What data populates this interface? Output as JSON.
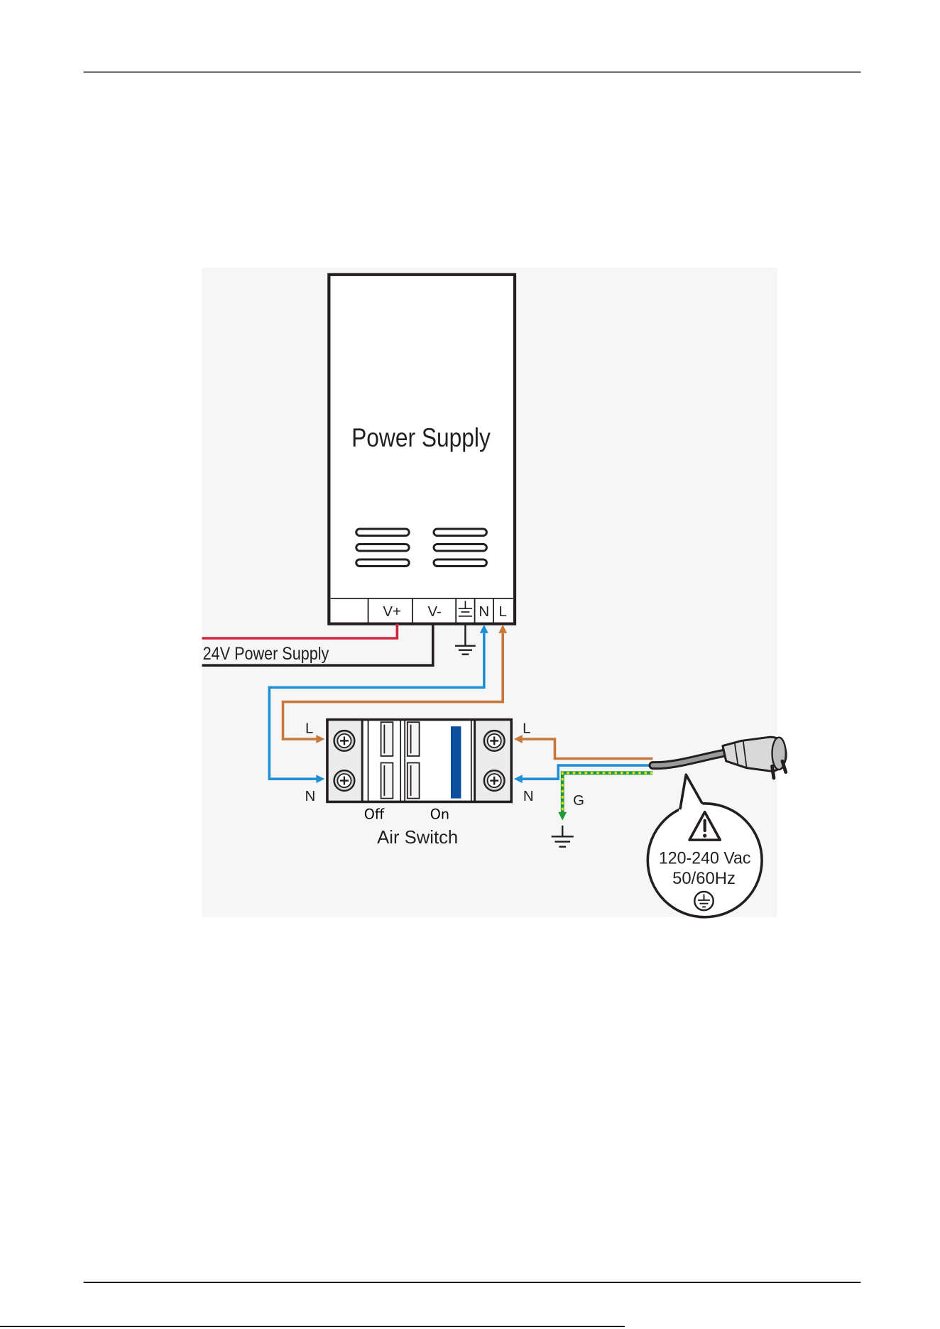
{
  "power_supply": {
    "title": "Power Supply",
    "terminals": {
      "v_plus": "V+",
      "v_minus": "V-",
      "ground": "ground-icon",
      "neutral": "N",
      "live": "L"
    }
  },
  "dc_output": {
    "label": "24V Power Supply"
  },
  "air_switch": {
    "title": "Air Switch",
    "off_label": "Off",
    "on_label": "On",
    "left_terminals": {
      "live": "L",
      "neutral": "N"
    },
    "right_terminals": {
      "live": "L",
      "neutral": "N"
    }
  },
  "earth": {
    "label": "G",
    "icon": "ground-icon"
  },
  "mains": {
    "plug_icon": "plug-icon",
    "warning_icon": "warning-icon",
    "voltage": "120-240 Vac",
    "frequency": "50/60Hz",
    "ground_icon": "ground-icon"
  },
  "wire_colors": {
    "dc_positive": "#d0243a",
    "dc_negative": "#231f20",
    "live": "#c8783a",
    "neutral": "#1f8fd6",
    "earth_green": "#1f9a3a",
    "earth_yellow": "#f0e020"
  },
  "breaker_indicator_color": "#0b4f9e"
}
